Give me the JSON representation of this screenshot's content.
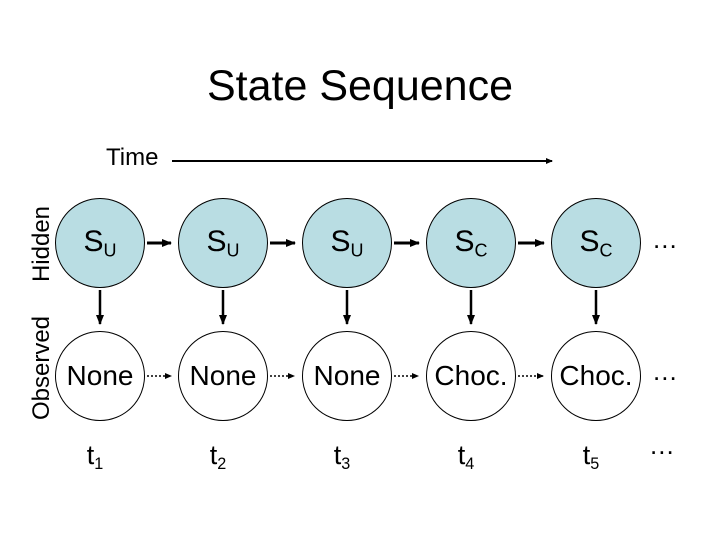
{
  "slide": {
    "title": "State Sequence"
  },
  "time_axis": {
    "label": "Time"
  },
  "row_labels": {
    "hidden": "Hidden",
    "observed": "Observed"
  },
  "columns": [
    {
      "hidden_main": "S",
      "hidden_sub": "U",
      "observed": "None",
      "time_main": "t",
      "time_sub": "1"
    },
    {
      "hidden_main": "S",
      "hidden_sub": "U",
      "observed": "None",
      "time_main": "t",
      "time_sub": "2"
    },
    {
      "hidden_main": "S",
      "hidden_sub": "U",
      "observed": "None",
      "time_main": "t",
      "time_sub": "3"
    },
    {
      "hidden_main": "S",
      "hidden_sub": "C",
      "observed": "Choc.",
      "time_main": "t",
      "time_sub": "4"
    },
    {
      "hidden_main": "S",
      "hidden_sub": "C",
      "observed": "Choc.",
      "time_main": "t",
      "time_sub": "5"
    }
  ],
  "ellipsis": {
    "hidden": "...",
    "observed": "...",
    "time": "..."
  },
  "colors": {
    "hidden_node_fill": "#b9dde3",
    "node_border": "#000000",
    "arrow": "#000000",
    "background": "#ffffff"
  }
}
